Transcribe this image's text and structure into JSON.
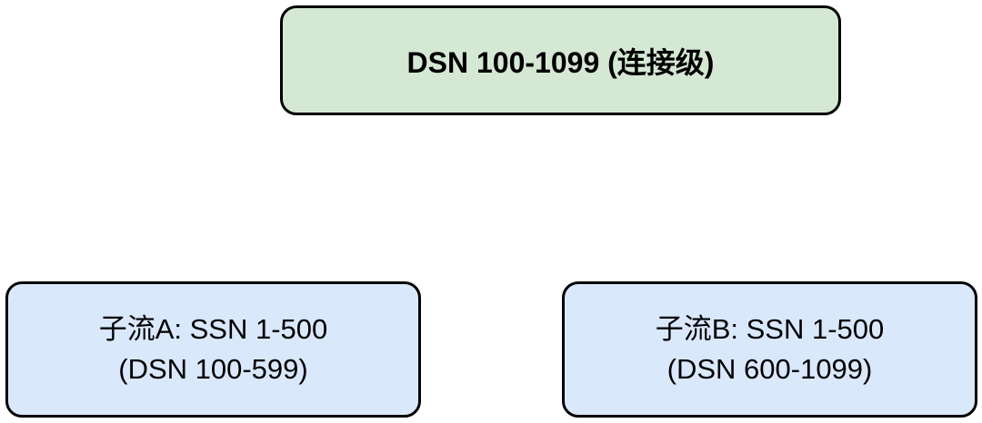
{
  "diagram": {
    "background_color": "#ffffff",
    "border_color": "#000000",
    "root_node": {
      "label": "DSN 100-1099 (连接级)",
      "fill": "#d5e8d4"
    },
    "substream_a_node": {
      "line1": "子流A: SSN 1-500",
      "line2": "(DSN 100-599)",
      "fill": "#dae8fc"
    },
    "substream_b_node": {
      "line1": "子流B: SSN 1-500",
      "line2": "(DSN 600-1099)",
      "fill": "#dae8fc"
    }
  }
}
